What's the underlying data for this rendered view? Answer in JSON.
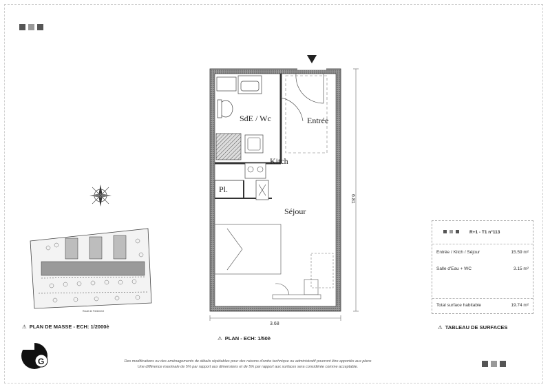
{
  "plan": {
    "rooms": {
      "sde_wc": "SdE / Wc",
      "entree": "Entrée",
      "kitch": "Kitch",
      "pl": "Pl.",
      "sejour": "Séjour"
    },
    "dim_width": "3.68",
    "dim_height": "6.81"
  },
  "captions": {
    "plan_de_masse": "PLAN DE MASSE - ECH: 1/2000è",
    "plan": "PLAN - ECH: 1/50è",
    "tableau": "TABLEAU DE SURFACES"
  },
  "surfaces": {
    "lot_code": "R+1 - T1 n°113",
    "rows": [
      {
        "label": "Entrée / Kitch / Séjour",
        "value": "15.59 m²"
      },
      {
        "label": "Salle d'Eau + WC",
        "value": "3.15 m²"
      }
    ],
    "total_label": "Total surface habitable",
    "total_value": "19.74 m²"
  },
  "disclaimer": {
    "line1": "Des modifications ou des aménagements de détails répétables pour des raisons d'ordre technique ou administratif pourront être apportés aux plans",
    "line2": "Une différence maximale de 5% par rapport aux dimensions et de 5% par rapport aux surfaces sera considérée comme acceptable."
  },
  "logo": {
    "letter": "G"
  },
  "site_plan": {
    "street_label": "Route de Parlement"
  }
}
